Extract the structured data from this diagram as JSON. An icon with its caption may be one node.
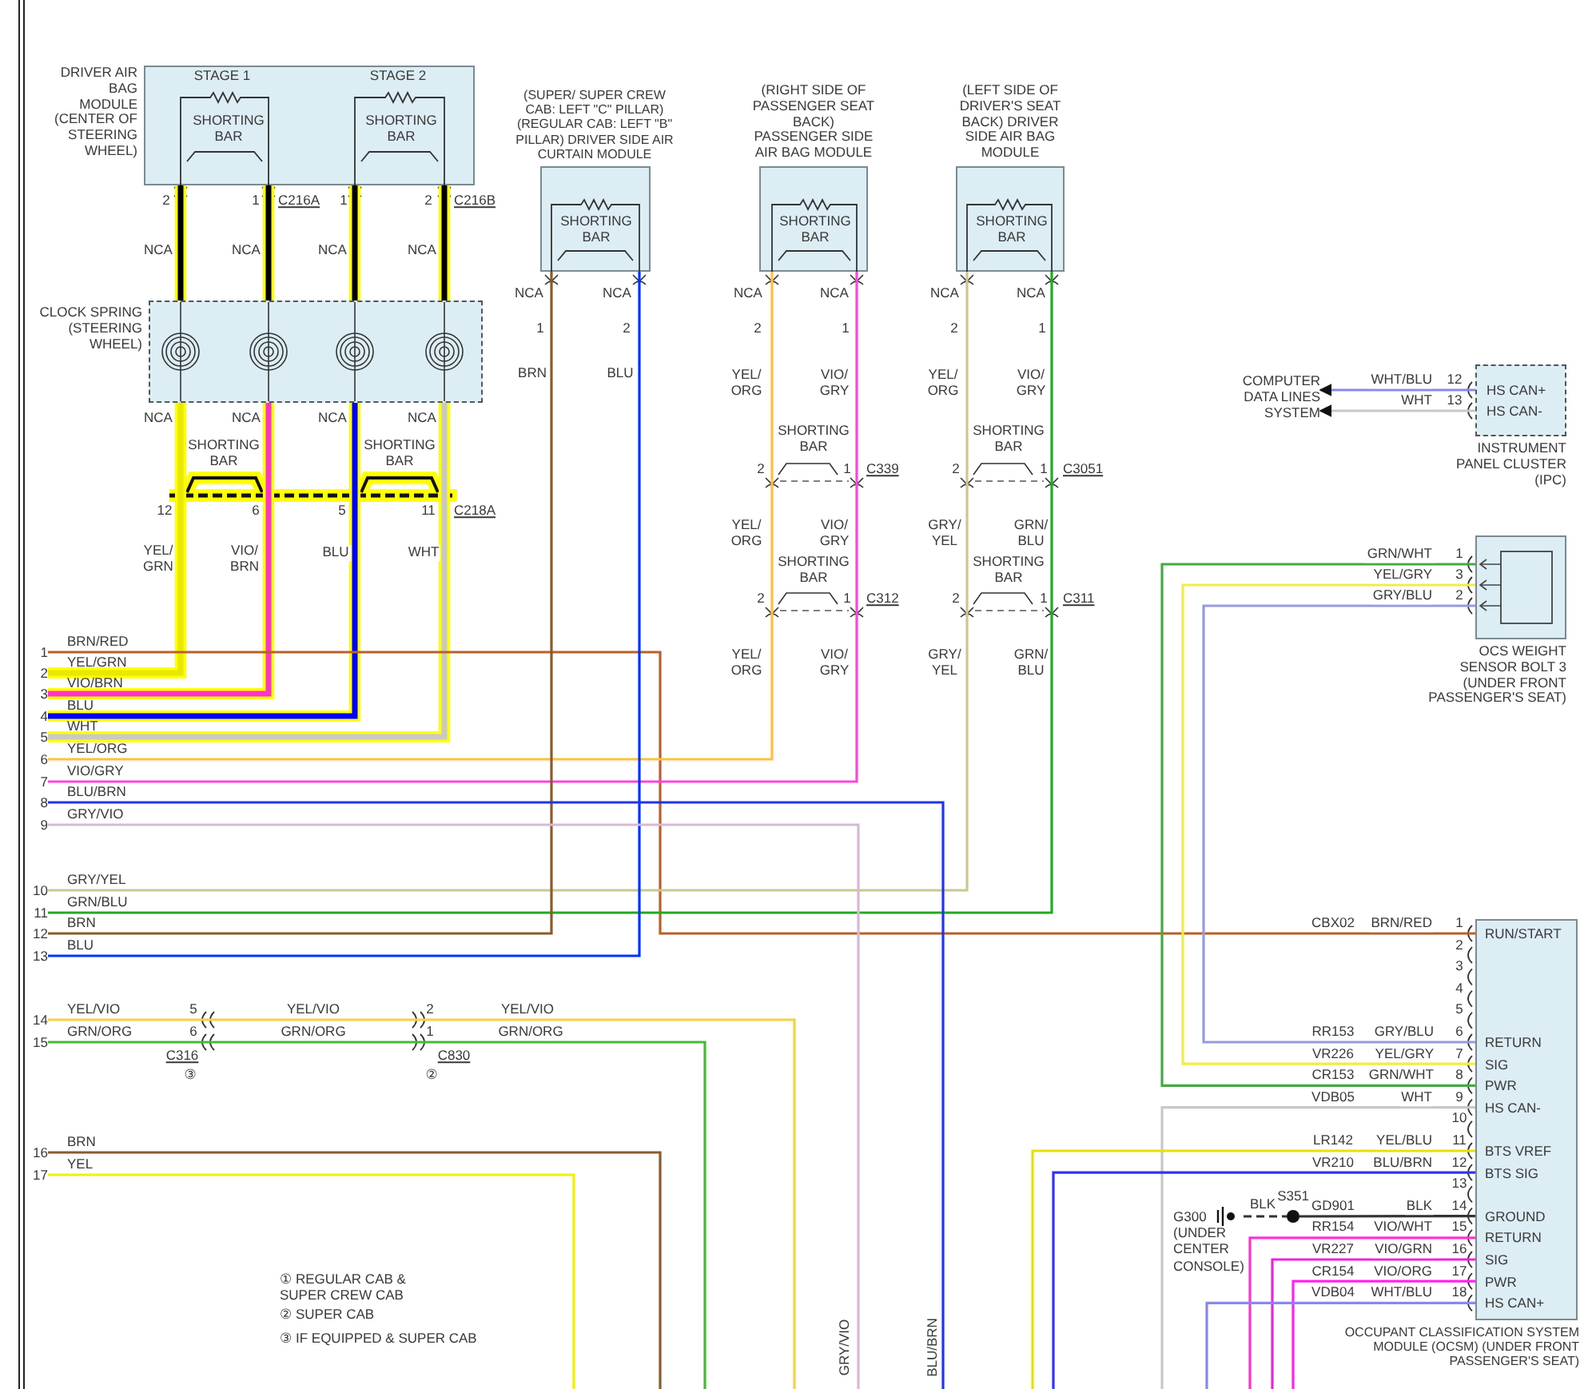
{
  "diagram": {
    "nodes": [
      {
        "text": [
          "STAGE 1",
          "STAGE 2",
          "SHORTING BAR",
          "SHORTING BAR"
        ],
        "beside": [
          "DRIVER AIR BAG MODULE (CENTER OF STEERING WHEEL)"
        ]
      },
      {
        "text": [
          "SHORTING BAR"
        ],
        "beside": [
          "(SUPER/ SUPER CREW CAB: LEFT \"C\" PILLAR) (REGULAR CAB: LEFT \"B\" PILLAR) DRIVER SIDE AIR CURTAIN MODULE"
        ]
      },
      {
        "text": [
          "SHORTING BAR"
        ],
        "beside": [
          "(RIGHT SIDE OF PASSENGER SEAT BACK) PASSENGER SIDE AIR BAG MODULE"
        ]
      },
      {
        "text": [
          "SHORTING BAR"
        ],
        "beside": [
          "(LEFT SIDE OF DRIVER'S SEAT BACK) DRIVER SIDE AIR BAG MODULE"
        ]
      },
      {
        "text": [],
        "shape": "box",
        "beside": [
          "CLOCK SPRING (STEERING WHEEL)"
        ]
      },
      {
        "text": [
          "COMPUTER DATA LINES SYSTEM"
        ]
      },
      {
        "text": [
          "HS CAN+",
          "HS CAN-"
        ],
        "beside": [
          "INSTRUMENT PANEL CLUSTER (IPC)"
        ]
      },
      {
        "text": [],
        "shape": "box",
        "beside": [
          "OCS WEIGHT SENSOR BOLT 3 (UNDER FRONT PASSENGER'S SEAT)"
        ]
      },
      {
        "text": [
          "RUN/START",
          "RETURN",
          "SIG",
          "PWR",
          "HS CAN-",
          "BTS VREF",
          "BTS SIG",
          "GROUND",
          "RETURN",
          "SIG",
          "PWR",
          "HS CAN+"
        ],
        "beside": [
          "OCCUPANT CLASSIFICATION SYSTEM MODULE (OCSM) (UNDER FRONT PASSENGER'S SEAT)"
        ]
      },
      {
        "text": [
          "G300 (UNDER CENTER CONSOLE)"
        ]
      },
      {
        "text": [],
        "shape": "circle",
        "beside": [
          "S351"
        ]
      },
      {
        "text": [
          "1"
        ]
      },
      {
        "text": [
          "2"
        ]
      },
      {
        "text": [
          "3"
        ]
      },
      {
        "text": [
          "4"
        ]
      },
      {
        "text": [
          "5"
        ]
      },
      {
        "text": [
          "6"
        ]
      },
      {
        "text": [
          "7"
        ]
      },
      {
        "text": [
          "8"
        ]
      },
      {
        "text": [
          "9"
        ]
      },
      {
        "text": [
          "10"
        ]
      },
      {
        "text": [
          "11"
        ]
      },
      {
        "text": [
          "12"
        ]
      },
      {
        "text": [
          "13"
        ]
      },
      {
        "text": [
          "14"
        ]
      },
      {
        "text": [
          "15"
        ]
      },
      {
        "text": [
          "16"
        ]
      },
      {
        "text": [
          "17"
        ]
      }
    ],
    "edges": [
      {
        "from": 0,
        "to": 4,
        "arrow": "none",
        "label": "NCA",
        "style": "thick",
        "color": "#ffff00"
      },
      {
        "from": 0,
        "to": 4,
        "arrow": "none",
        "label": "NCA",
        "style": "thick",
        "color": "#ffff00"
      },
      {
        "from": 0,
        "to": 4,
        "arrow": "none",
        "label": "NCA",
        "style": "thick",
        "color": "#ffff00"
      },
      {
        "from": 0,
        "to": 4,
        "arrow": "none",
        "label": "NCA",
        "style": "thick",
        "color": "#ffff00"
      },
      {
        "from": 4,
        "to": 12,
        "arrow": "none",
        "label": "YEL/ GRN",
        "style": "thick",
        "color": "#ffff00"
      },
      {
        "from": 4,
        "to": 13,
        "arrow": "none",
        "label": "VIO/ BRN",
        "style": "thick",
        "color": "#ffff00"
      },
      {
        "from": 4,
        "to": 14,
        "arrow": "none",
        "label": "BLU",
        "style": "thick",
        "color": "#ffff00"
      },
      {
        "from": 4,
        "to": 15,
        "arrow": "none",
        "label": "WHT",
        "style": "thick",
        "color": "#ffff00"
      },
      {
        "from": 11,
        "to": 8,
        "arrow": "none",
        "label": "BRN/RED",
        "color": "#b8602a"
      },
      {
        "from": 16,
        "to": 2,
        "arrow": "none",
        "label": "YEL/ ORG",
        "color": "#ffbf40"
      },
      {
        "from": 17,
        "to": 2,
        "arrow": "none",
        "label": "VIO/ GRY",
        "color": "#ff44dd"
      },
      {
        "from": 20,
        "to": 3,
        "arrow": "none",
        "label": "GRY/ YEL",
        "color": "#c8c890"
      },
      {
        "from": 21,
        "to": 3,
        "arrow": "none",
        "label": "GRN/ BLU",
        "color": "#22aa22"
      },
      {
        "from": 22,
        "to": 1,
        "arrow": "none",
        "label": "BRN",
        "color": "#8b5a2b"
      },
      {
        "from": 23,
        "to": 1,
        "arrow": "none",
        "label": "BLU",
        "color": "#0033ff"
      },
      {
        "from": 6,
        "to": 5,
        "arrow": "to",
        "label": "WHT/BLU",
        "color": "#8888ee"
      },
      {
        "from": 6,
        "to": 5,
        "arrow": "to",
        "label": "WHT",
        "color": "#c8c8c8"
      },
      {
        "from": 7,
        "to": 8,
        "arrow": "none",
        "label": "GRN/WHT",
        "color": "#44aa44"
      },
      {
        "from": 7,
        "to": 8,
        "arrow": "none",
        "label": "YEL/GRY",
        "color": "#eeee44"
      },
      {
        "from": 7,
        "to": 8,
        "arrow": "none",
        "label": "GRY/BLU",
        "color": "#9999dd"
      },
      {
        "from": 8,
        "to": null,
        "arrow": "none",
        "label": "WHT",
        "color": "#c8c8c8"
      },
      {
        "from": 8,
        "to": null,
        "arrow": "none",
        "label": "YEL/BLU",
        "color": "#e8e000"
      },
      {
        "from": 8,
        "to": null,
        "arrow": "none",
        "label": "BLU/BRN",
        "color": "#3333ee"
      },
      {
        "from": 9,
        "to": 10,
        "arrow": "none",
        "label": "BLK",
        "style": "dashed",
        "color": "#333333"
      },
      {
        "from": 10,
        "to": 8,
        "arrow": "none",
        "label": "BLK",
        "color": "#333333"
      },
      {
        "from": 8,
        "to": null,
        "arrow": "none",
        "label": "VIO/WHT",
        "color": "#ff33cc"
      },
      {
        "from": 8,
        "to": null,
        "arrow": "none",
        "label": "VIO/GRN",
        "color": "#ee22dd"
      },
      {
        "from": 8,
        "to": null,
        "arrow": "none",
        "label": "VIO/ORG",
        "color": "#ff22ee"
      },
      {
        "from": 8,
        "to": null,
        "arrow": "none",
        "label": "WHT/BLU",
        "color": "#8888ee"
      },
      {
        "from": 18,
        "to": null,
        "arrow": "none",
        "color": "#2233ee"
      },
      {
        "from": 19,
        "to": null,
        "arrow": "none",
        "color": "#d8b8d8"
      },
      {
        "from": 24,
        "to": null,
        "arrow": "none",
        "color": "#f5d040"
      },
      {
        "from": 25,
        "to": null,
        "arrow": "none",
        "color": "#44bb33"
      },
      {
        "from": 26,
        "to": null,
        "arrow": "none",
        "color": "#8b5a2b"
      },
      {
        "from": 27,
        "to": null,
        "arrow": "none",
        "color": "#f0f000"
      }
    ],
    "labels": [
      "2",
      "1",
      "C216A",
      "1",
      "2",
      "C216B",
      "NCA",
      "NCA",
      "NCA",
      "NCA",
      "SHORTING BAR",
      "SHORTING BAR",
      "12",
      "6",
      "5",
      "11",
      "C218A",
      "NCA",
      "NCA",
      "1",
      "2",
      "NCA",
      "NCA",
      "2",
      "1",
      "SHORTING BAR",
      "2",
      "1",
      "C339",
      "YEL/ ORG",
      "VIO/ GRY",
      "SHORTING BAR",
      "2",
      "1",
      "C312",
      "YEL/ ORG",
      "VIO/ GRY",
      "NCA",
      "NCA",
      "2",
      "1",
      "YEL/ ORG",
      "VIO/ GRY",
      "SHORTING BAR",
      "2",
      "1",
      "C3051",
      "SHORTING BAR",
      "2",
      "1",
      "C311",
      "GRY/ YEL",
      "GRN/ BLU",
      "12",
      "13",
      "1",
      "3",
      "2",
      "BRN/RED",
      "YEL/GRN",
      "VIO/BRN",
      "BLU",
      "WHT",
      "YEL/ORG",
      "VIO/GRY",
      "BLU/BRN",
      "GRY/VIO",
      "GRY/YEL",
      "GRN/BLU",
      "BRN",
      "BLU",
      "YEL/VIO",
      "5",
      "YEL/VIO",
      "2",
      "YEL/VIO",
      "GRN/ORG",
      "6",
      "GRN/ORG",
      "1",
      "GRN/ORG",
      "C316",
      "③",
      "C830",
      "②",
      "CBX02",
      "1",
      "2",
      "3",
      "4",
      "5",
      "RR153",
      "GRY/BLU",
      "6",
      "VR226",
      "YEL/GRY",
      "7",
      "CR153",
      "GRN/WHT",
      "8",
      "VDB05",
      "9",
      "10",
      "LR142",
      "11",
      "VR210",
      "12",
      "13",
      "GD901",
      "14",
      "RR154",
      "15",
      "VR227",
      "16",
      "CR154",
      "17",
      "VDB04",
      "18",
      "BRN",
      "YEL",
      "① REGULAR CAB & SUPER CREW CAB",
      "② SUPER CAB",
      "③ IF EQUIPPED & SUPER CAB",
      "GRY/VIO",
      "BLU/BRN"
    ]
  }
}
